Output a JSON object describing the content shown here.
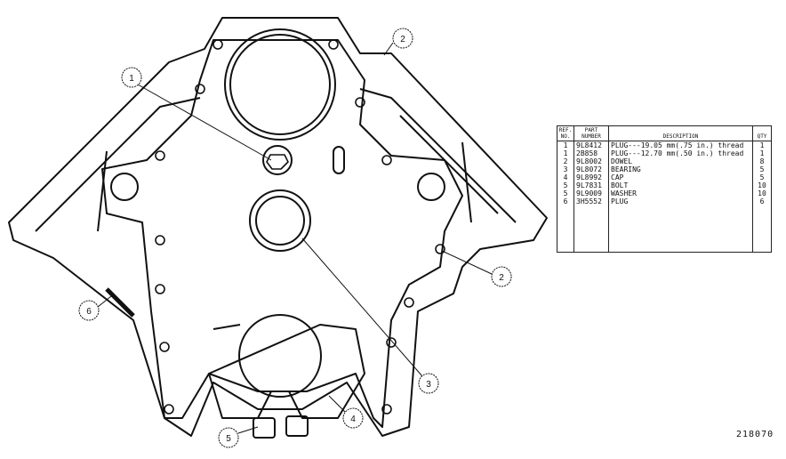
{
  "callouts": [
    "1",
    "2",
    "2",
    "6",
    "3",
    "4",
    "5"
  ],
  "table": {
    "headers": {
      "ref": "REF. NO.",
      "part_number": "PART NUMBER",
      "description": "DESCRIPTION",
      "qty": "QTY"
    },
    "rows": [
      {
        "ref": "1",
        "part": "9L8412",
        "desc": "PLUG---19.05 mm(.75 in.) thread",
        "qty": "1"
      },
      {
        "ref": "1",
        "part": "2B858",
        "desc": "PLUG---12.70 mm(.50 in.) thread",
        "qty": "1"
      },
      {
        "ref": "2",
        "part": "9L8002",
        "desc": "DOWEL",
        "qty": "8"
      },
      {
        "ref": "3",
        "part": "9L8072",
        "desc": "BEARING",
        "qty": "5"
      },
      {
        "ref": "4",
        "part": "9L8992",
        "desc": "CAP",
        "qty": "5"
      },
      {
        "ref": "5",
        "part": "9L7831",
        "desc": "BOLT",
        "qty": "10"
      },
      {
        "ref": "5",
        "part": "9L9009",
        "desc": "WASHER",
        "qty": "10"
      },
      {
        "ref": "6",
        "part": "3H5552",
        "desc": "PLUG",
        "qty": "6"
      }
    ]
  },
  "figure_id": "218070"
}
